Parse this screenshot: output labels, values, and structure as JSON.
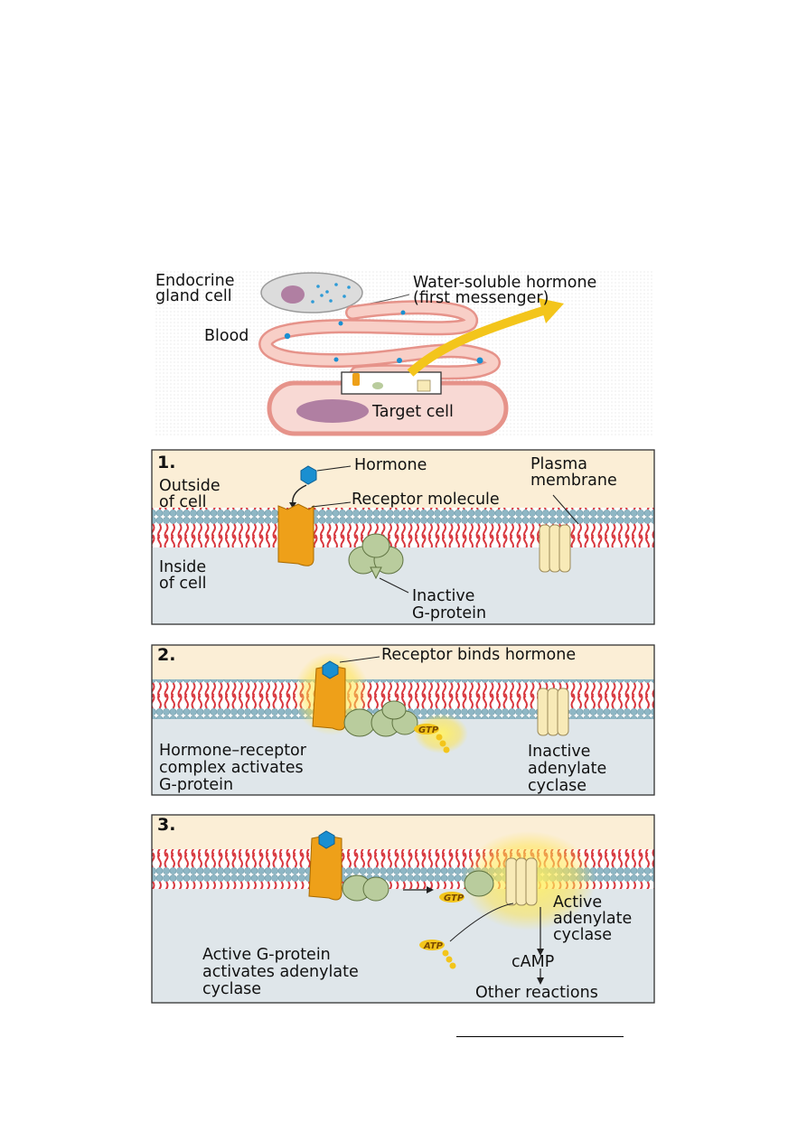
{
  "overview": {
    "endocrine_label": [
      "Endocrine",
      "gland cell"
    ],
    "hormone_label": [
      "Water-soluble hormone",
      "(first messenger)"
    ],
    "blood_label": "Blood",
    "target_label": "Target cell"
  },
  "panel1": {
    "number": "1.",
    "hormone": "Hormone",
    "receptor": "Receptor molecule",
    "outside": [
      "Outside",
      "of cell"
    ],
    "inside": [
      "Inside",
      "of cell"
    ],
    "membrane": [
      "Plasma",
      "membrane"
    ],
    "gprotein": [
      "Inactive",
      "G-protein"
    ]
  },
  "panel2": {
    "number": "2.",
    "binds": "Receptor binds hormone",
    "complex": [
      "Hormone–receptor",
      "complex activates",
      "G-protein"
    ],
    "cyclase": [
      "Inactive",
      "adenylate",
      "cyclase"
    ],
    "gtp": "GTP"
  },
  "panel3": {
    "number": "3.",
    "active_cyclase": [
      "Active",
      "adenylate",
      "cyclase"
    ],
    "gprotein": [
      "Active G-protein",
      "activates adenylate",
      "cyclase"
    ],
    "camp": "cAMP",
    "other": "Other reactions",
    "gtp": "GTP",
    "atp": "ATP"
  },
  "colors": {
    "outside_bg": "#fbeed6",
    "inside_bg": "#dfe6ea",
    "lipid_tail": "#d8383f",
    "lipid_head": "#8fb7c5",
    "receptor": "#eea019",
    "gprotein": "#b9cc9d",
    "cyclase": "#f8eab7",
    "hormone": "#1a8fd1",
    "arrow_yellow": "#f3c51b",
    "blood_vessel": "#f3b3aa"
  }
}
